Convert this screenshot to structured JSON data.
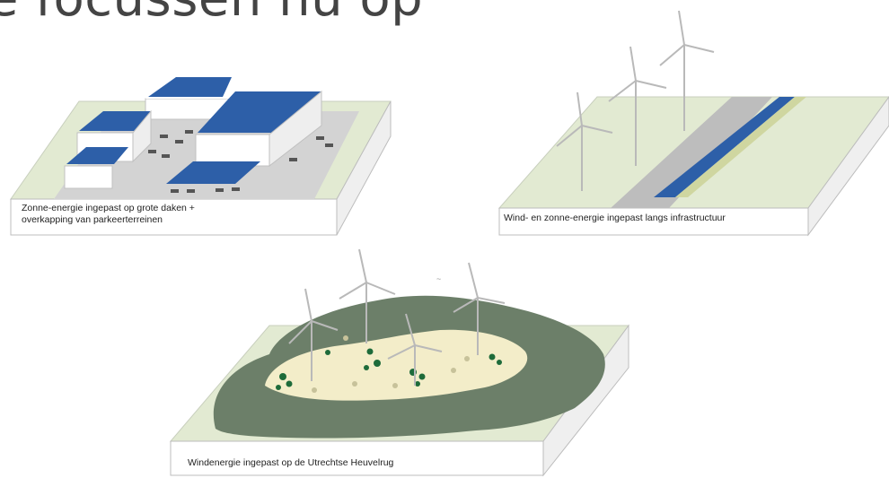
{
  "slide": {
    "title": "e focussen nu op"
  },
  "panels": [
    {
      "caption_line1": "Zonne-energie ingepast op grote daken +",
      "caption_line2": "overkapping van parkeerterreinen"
    },
    {
      "caption": "Wind- en zonne-energie ingepast langs infrastructuur"
    },
    {
      "caption": "Windenergie ingepast op de Utrechtse Heuvelrug"
    }
  ],
  "stray_mark": "~"
}
